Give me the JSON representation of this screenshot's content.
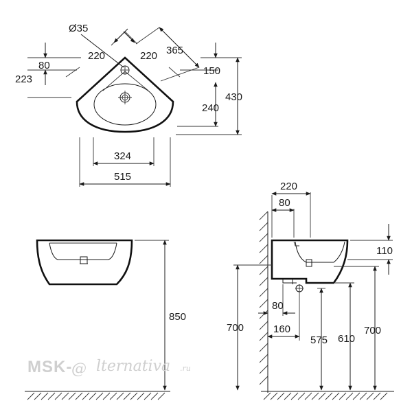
{
  "top_view": {
    "dims": {
      "diameter": "Ø35",
      "d220_left": "220",
      "d220_right": "220",
      "d365": "365",
      "d80": "80",
      "d223": "223",
      "d150": "150",
      "d430": "430",
      "d240": "240",
      "d324": "324",
      "d515": "515"
    }
  },
  "front_view": {
    "dims": {
      "d850": "850"
    }
  },
  "side_view": {
    "dims": {
      "d220": "220",
      "d80_top": "80",
      "d110": "110",
      "d80_bottom": "80",
      "d700_left": "700",
      "d160": "160",
      "d575": "575",
      "d610": "610",
      "d700_right": "700"
    }
  },
  "watermark": {
    "prefix": "MSK-",
    "letter": "@",
    "script": "lternativa",
    "suffix": ".ru"
  }
}
